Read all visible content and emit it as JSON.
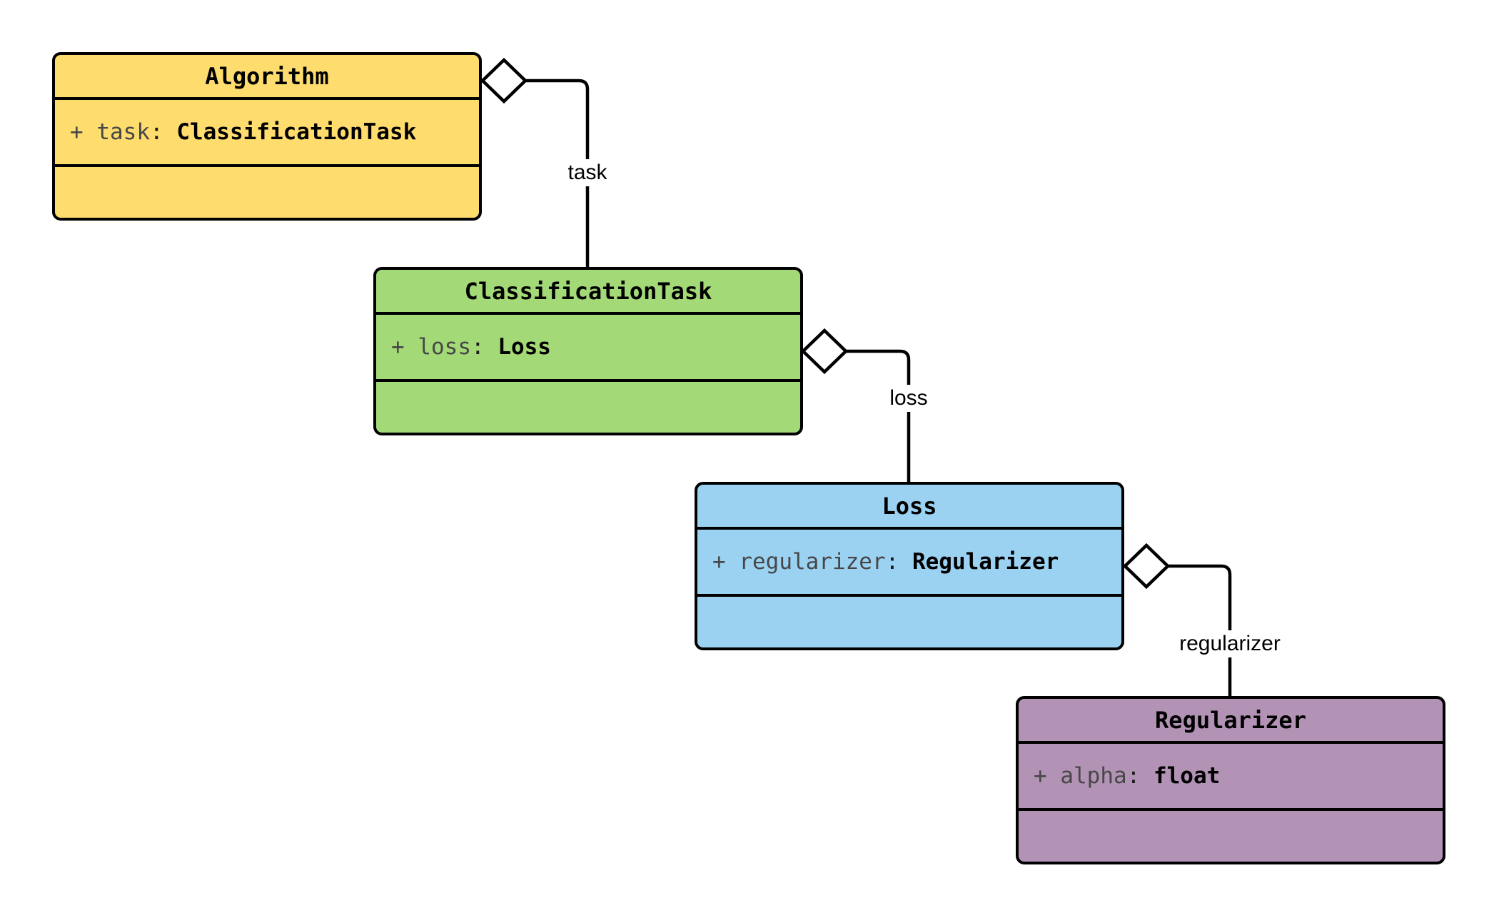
{
  "diagram": {
    "type": "uml-class-diagram",
    "background_color": "#ffffff",
    "line_color": "#000000",
    "classes": [
      {
        "name": "Algorithm",
        "fill": "#FFDC6E",
        "attributes": [
          {
            "name": "+ task",
            "colon": ": ",
            "type": "ClassificationTask"
          }
        ],
        "methods": []
      },
      {
        "name": "ClassificationTask",
        "fill": "#A3D977",
        "attributes": [
          {
            "name": "+ loss",
            "colon": ": ",
            "type": "Loss"
          }
        ],
        "methods": []
      },
      {
        "name": "Loss",
        "fill": "#9BD2F2",
        "attributes": [
          {
            "name": "+ regularizer",
            "colon": ": ",
            "type": "Regularizer"
          }
        ],
        "methods": []
      },
      {
        "name": "Regularizer",
        "fill": "#B292B5",
        "attributes": [
          {
            "name": "+ alpha",
            "colon": ": ",
            "type": "float"
          }
        ],
        "methods": []
      }
    ],
    "edges": [
      {
        "from": "Algorithm",
        "to": "ClassificationTask",
        "label": "task",
        "kind": "aggregation"
      },
      {
        "from": "ClassificationTask",
        "to": "Loss",
        "label": "loss",
        "kind": "aggregation"
      },
      {
        "from": "Loss",
        "to": "Regularizer",
        "label": "regularizer",
        "kind": "aggregation"
      }
    ]
  }
}
